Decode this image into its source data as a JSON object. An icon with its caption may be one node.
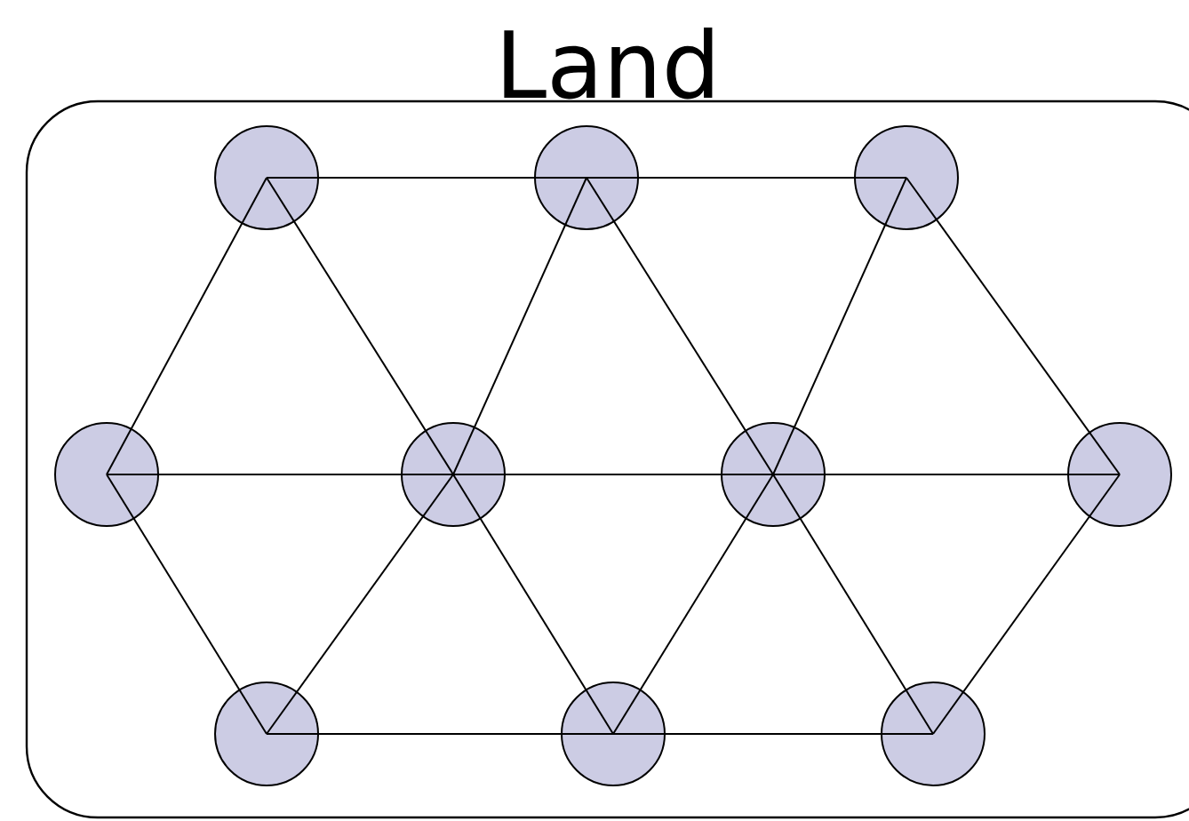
{
  "diagram": {
    "nodes": [
      {
        "text": [
          "Land"
        ]
      },
      {
        "text": [],
        "shape": "circle",
        "in": 0
      },
      {
        "text": [],
        "shape": "circle",
        "in": 0
      },
      {
        "text": [],
        "shape": "circle",
        "in": 0
      },
      {
        "text": [],
        "shape": "circle",
        "in": 0
      },
      {
        "text": [],
        "shape": "circle",
        "in": 0
      },
      {
        "text": [],
        "shape": "circle",
        "in": 0
      },
      {
        "text": [],
        "shape": "circle",
        "in": 0
      },
      {
        "text": [],
        "shape": "circle",
        "in": 0
      },
      {
        "text": [],
        "shape": "circle",
        "in": 0
      },
      {
        "text": [],
        "shape": "circle",
        "in": 0
      }
    ],
    "edges": [
      {
        "from": 1,
        "to": 2,
        "arrow": "none"
      },
      {
        "from": 2,
        "to": 3,
        "arrow": "none"
      },
      {
        "from": 4,
        "to": 5,
        "arrow": "none"
      },
      {
        "from": 5,
        "to": 6,
        "arrow": "none"
      },
      {
        "from": 6,
        "to": 7,
        "arrow": "none"
      },
      {
        "from": 8,
        "to": 9,
        "arrow": "none"
      },
      {
        "from": 9,
        "to": 10,
        "arrow": "none"
      },
      {
        "from": 1,
        "to": 4,
        "arrow": "none"
      },
      {
        "from": 1,
        "to": 5,
        "arrow": "none"
      },
      {
        "from": 2,
        "to": 5,
        "arrow": "none"
      },
      {
        "from": 2,
        "to": 6,
        "arrow": "none"
      },
      {
        "from": 3,
        "to": 6,
        "arrow": "none"
      },
      {
        "from": 3,
        "to": 7,
        "arrow": "none"
      },
      {
        "from": 8,
        "to": 4,
        "arrow": "none"
      },
      {
        "from": 8,
        "to": 5,
        "arrow": "none"
      },
      {
        "from": 9,
        "to": 5,
        "arrow": "none"
      },
      {
        "from": 9,
        "to": 6,
        "arrow": "none"
      },
      {
        "from": 10,
        "to": 6,
        "arrow": "none"
      },
      {
        "from": 10,
        "to": 7,
        "arrow": "none"
      }
    ]
  }
}
